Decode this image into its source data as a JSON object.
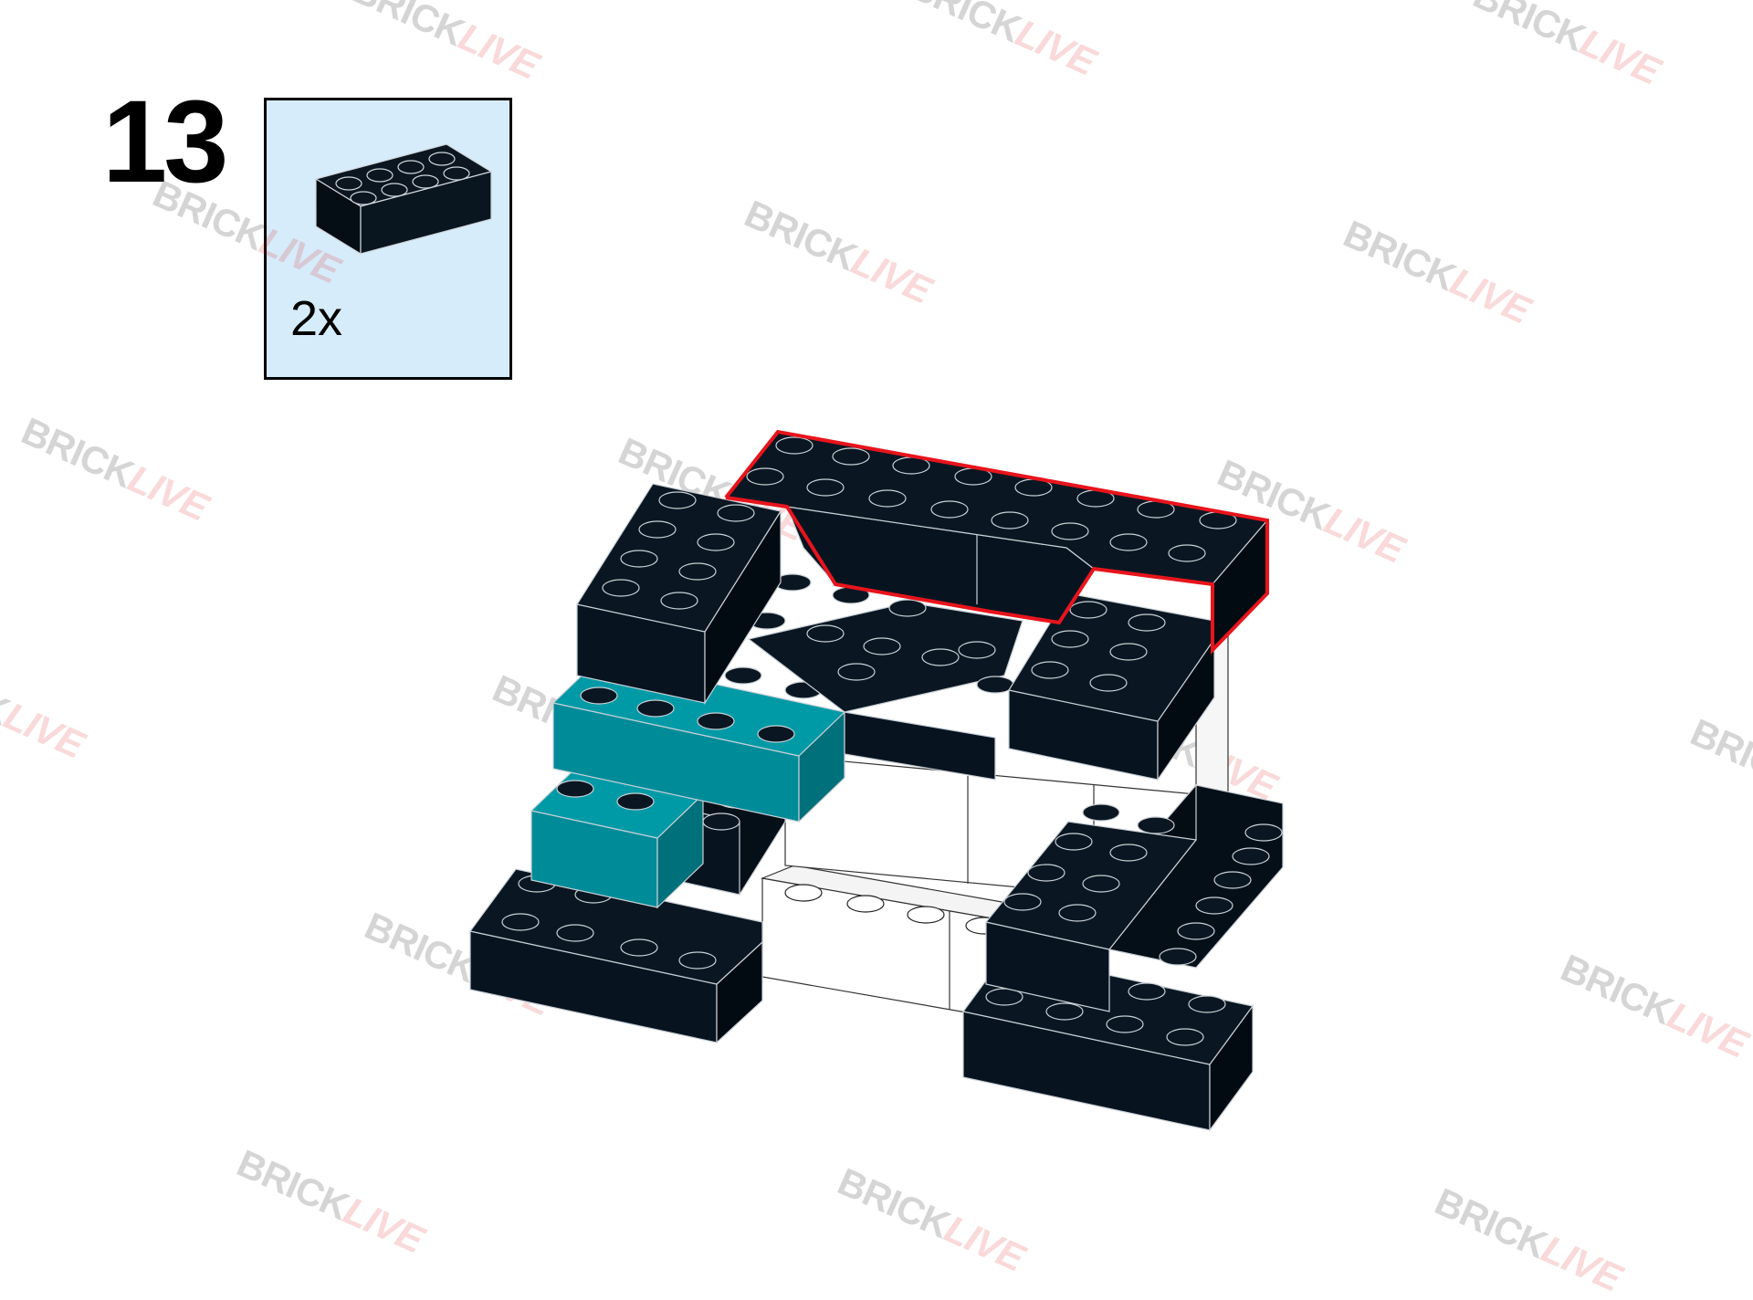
{
  "step": {
    "number": "13"
  },
  "parts": {
    "count_label": "2x",
    "part_icon": "black-brick-2x4-icon",
    "part_color": "#0c1620"
  },
  "watermark": {
    "part1": "BRICK",
    "part2": "LIVE"
  },
  "colors": {
    "black_brick": "#071420",
    "teal_brick": "#008b98",
    "white_brick": "#ffffff",
    "highlight_outline": "#e8141c",
    "parts_box_background": "#d6ecfa"
  }
}
